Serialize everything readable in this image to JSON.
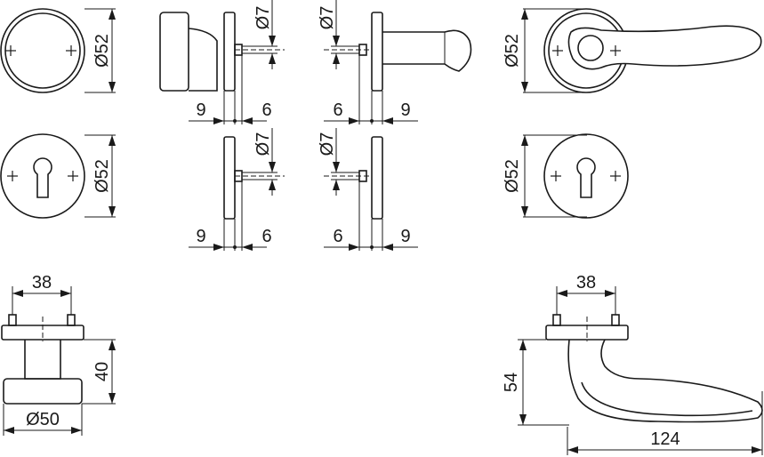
{
  "labels": {
    "rose_dia_top": "Ø52",
    "knob_pin_left_dia": "Ø7",
    "lever_pin_left_dia": "Ø7",
    "lever_rose_dia_top": "Ø52",
    "knob_side_left": "9",
    "knob_side_right": "6",
    "lever_side_left": "6",
    "lever_side_right": "9",
    "rose_dia_bottom": "Ø52",
    "knob_pin2_dia": "Ø7",
    "lever_pin2_dia": "Ø7",
    "lever_rose_dia_bottom": "Ø52",
    "side2_left_a": "9",
    "side2_left_b": "6",
    "side2_right_a": "6",
    "side2_right_b": "9",
    "knob_screw_spacing": "38",
    "knob_height": "40",
    "knob_diameter": "Ø50",
    "lever_screw_spacing": "38",
    "lever_height": "54",
    "lever_length": "124"
  }
}
